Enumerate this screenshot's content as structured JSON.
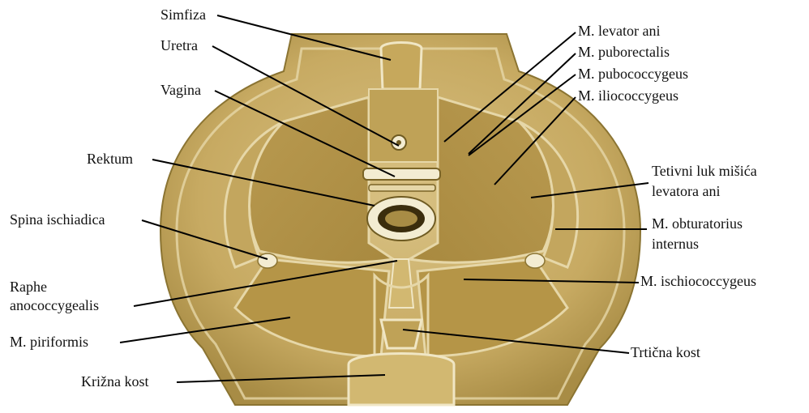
{
  "labels": {
    "simfiza": "Simfiza",
    "uretra": "Uretra",
    "vagina": "Vagina",
    "rektum": "Rektum",
    "spina": "Spina ischiadica",
    "raphe_1": "Raphe",
    "raphe_2": "anococcygealis",
    "piriformis": "M. piriformis",
    "krizna": "Križna kost",
    "levator": "M. levator ani",
    "puborectalis": "M. puborectalis",
    "pubococcygeus": "M. pubococcygeus",
    "iliococcygeus": "M. iliococcygeus",
    "tetivni_1": "Tetivni luk mišića",
    "tetivni_2": "levatora ani",
    "obturatorius_1": "M. obturatorius",
    "obturatorius_2": "internus",
    "ischiococcygeus": "M. ischiococcygeus",
    "trticna": "Trtična kost"
  },
  "colors": {
    "background": "#ffffff",
    "model_base": "#c9ae6a",
    "model_light": "#e6d7a8",
    "model_shadow": "#8b7432",
    "ring": "#f3ecd2",
    "leader_line": "#000000"
  }
}
